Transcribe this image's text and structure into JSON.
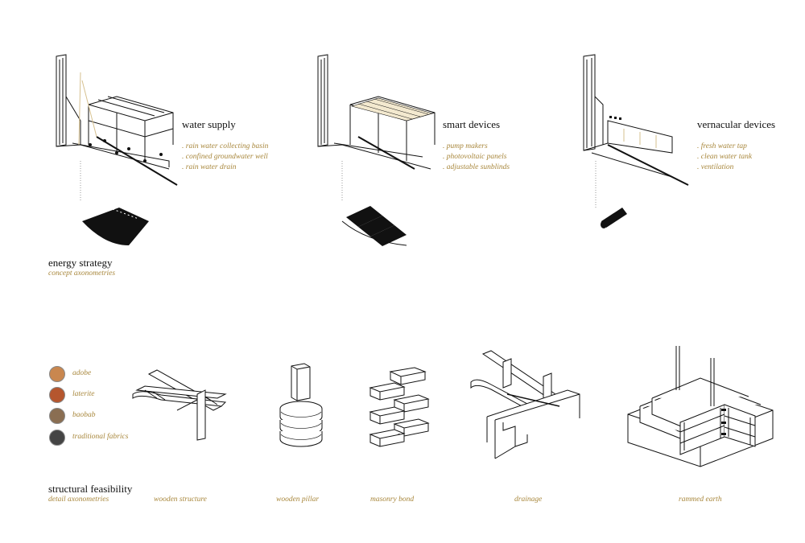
{
  "energy": {
    "title": "energy strategy",
    "subtitle": "concept axonometries",
    "panels": [
      {
        "title": "water supply",
        "items": [
          ". rain water collecting basin",
          ". confined groundwater well",
          ". rain water drain"
        ]
      },
      {
        "title": "smart devices",
        "items": [
          ". pump makers",
          ". photovoltaic panels",
          ". adjustable sunblinds"
        ]
      },
      {
        "title": "vernacular devices",
        "items": [
          ". fresh water tap",
          ". clean water tank",
          ". ventilation"
        ]
      }
    ]
  },
  "materials": [
    {
      "label": "adobe",
      "color": "#c9874f"
    },
    {
      "label": "laterite",
      "color": "#b5562e"
    },
    {
      "label": "baobab",
      "color": "#8a6e52"
    },
    {
      "label": "traditional fabrics",
      "color": "#444444"
    }
  ],
  "structural": {
    "title": "structural feasibility",
    "subtitle": "detail axonometries",
    "captions": [
      "wooden structure",
      "wooden pillar",
      "masonry bond",
      "drainage",
      "rammed earth"
    ]
  },
  "colors": {
    "accent": "#a8873c",
    "ink": "#111111"
  }
}
